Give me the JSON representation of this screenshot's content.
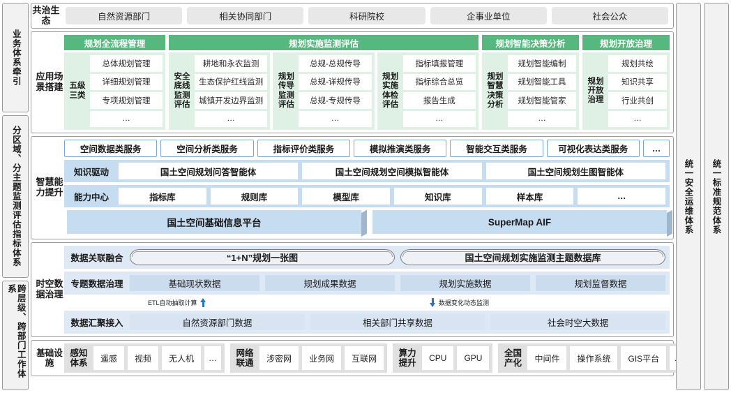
{
  "left_rails": [
    {
      "label": "业务体系牵引"
    },
    {
      "label": "分区域、分主题监测评估指标体系"
    },
    {
      "label": "跨层级、跨部门工作体系"
    }
  ],
  "right_rails": [
    {
      "label": "统一安全运维体系"
    },
    {
      "label": "统一标准规范体系"
    }
  ],
  "ecology": {
    "label": "共治生态",
    "items": [
      {
        "label": "自然资源部门"
      },
      {
        "label": "相关协同部门"
      },
      {
        "label": "科研院校"
      },
      {
        "label": "企事业单位"
      },
      {
        "label": "社会公众"
      }
    ]
  },
  "application": {
    "label": "应用场景搭建",
    "groups": [
      {
        "title": "规划全流程管理",
        "subs": [
          {
            "label": "五级三类",
            "items": [
              "总体规划管理",
              "详细规划管理",
              "专项规划管理",
              "…"
            ]
          }
        ]
      },
      {
        "title": "规划实施监测评估",
        "subs": [
          {
            "label": "安全底线监测评估",
            "items": [
              "耕地和永农监测",
              "生态保护红线监测",
              "城镇开发边界监测",
              "…"
            ]
          },
          {
            "label": "规划传导监测评估",
            "items": [
              "总规-总规传导",
              "总规-详规传导",
              "总规-专规传导",
              "…"
            ]
          },
          {
            "label": "规划实施体检评估",
            "items": [
              "指标填报管理",
              "指标综合总览",
              "报告生成",
              "…"
            ]
          }
        ]
      },
      {
        "title": "规划智能决策分析",
        "subs": [
          {
            "label": "规划智慧决策分析",
            "items": [
              "规划智能编制",
              "规划智能工具",
              "规划智能管家",
              "…"
            ]
          }
        ]
      },
      {
        "title": "规划开放治理",
        "subs": [
          {
            "label": "规划开放治理",
            "items": [
              "规划共绘",
              "知识共享",
              "行业共创",
              "…"
            ]
          }
        ]
      }
    ]
  },
  "capability": {
    "label": "智慧能力提升",
    "services": [
      "空间数据类服务",
      "空间分析类服务",
      "指标评价类服务",
      "模拟推演类服务",
      "智能交互类服务",
      "可视化表达类服务",
      "…"
    ],
    "knowledge": {
      "label": "知识驱动",
      "items": [
        "国土空间规划问答智能体",
        "国土空间规划空间模拟智能体",
        "国土空间规划生图智能体"
      ]
    },
    "center": {
      "label": "能力中心",
      "items": [
        "指标库",
        "规则库",
        "模型库",
        "知识库",
        "样本库",
        "…"
      ]
    },
    "platforms": [
      "国土空间基础信息平台",
      "SuperMap AIF"
    ]
  },
  "data_governance": {
    "label": "时空数据治理",
    "fusion": {
      "label": "数据关联融合",
      "items": [
        "“1+N”规划一张图",
        "国土空间规划实施监测主题数据库"
      ]
    },
    "thematic": {
      "label": "专题数据治理",
      "items": [
        "基础现状数据",
        "规划成果数据",
        "规划实施数据",
        "规划监督数据"
      ]
    },
    "arrows": [
      {
        "label": "ETL自动抽取计算",
        "direction": "up"
      },
      {
        "label": "数据变化动态监测",
        "direction": "down"
      }
    ],
    "ingest": {
      "label": "数据汇聚接入",
      "items": [
        "自然资源部门数据",
        "相关部门共享数据",
        "社会时空大数据"
      ]
    }
  },
  "infrastructure": {
    "label": "基础设施",
    "groups": [
      {
        "label": "感知体系",
        "items": [
          "遥感",
          "视频",
          "无人机",
          "…"
        ]
      },
      {
        "label": "网络联通",
        "items": [
          "涉密网",
          "业务网",
          "互联网"
        ]
      },
      {
        "label": "算力提升",
        "items": [
          "CPU",
          "GPU"
        ]
      },
      {
        "label": "全国产化",
        "items": [
          "中间件",
          "操作系统",
          "GIS平台",
          "…"
        ]
      }
    ]
  },
  "colors": {
    "green_header": "#55b87e",
    "green_panel": "#dff0e4",
    "blue_panel": "#c6dcf0",
    "blue_pale": "#dfe9f5",
    "gray_chip": "#e8e8e8",
    "arrow_blue": "#2a74c8"
  }
}
